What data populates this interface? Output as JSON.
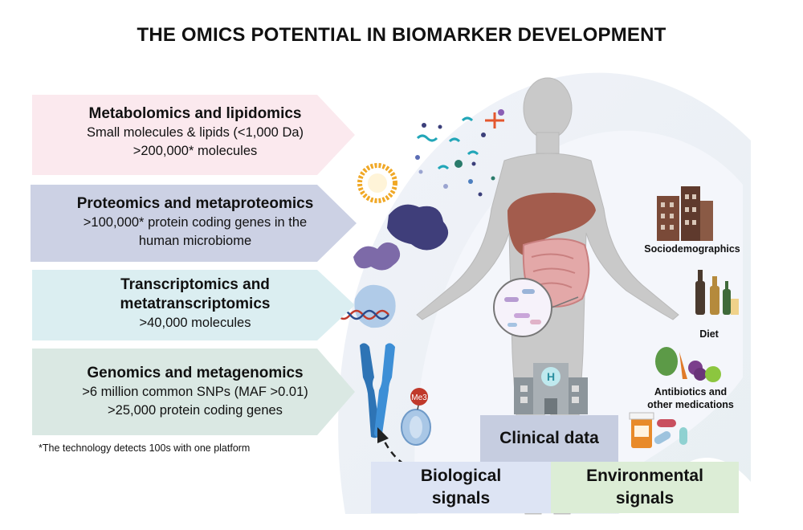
{
  "title": "THE OMICS POTENTIAL IN BIOMARKER DEVELOPMENT",
  "omics": [
    {
      "heading": "Metabolomics and lipidomics",
      "lines": [
        "Small molecules & lipids (<1,000 Da)",
        ">200,000* molecules"
      ],
      "color": "#fbe9ee"
    },
    {
      "heading": "Proteomics and metaproteomics",
      "lines": [
        ">100,000* protein coding genes in the",
        "human microbiome"
      ],
      "color": "#ccd1e4"
    },
    {
      "heading": "Transcriptomics and",
      "heading2": "metatranscriptomics",
      "lines": [
        ">40,000 molecules"
      ],
      "color": "#dbeef1"
    },
    {
      "heading": "Genomics and metagenomics",
      "lines": [
        ">6 million common SNPs (MAF >0.01)",
        ">25,000 protein coding genes"
      ],
      "color": "#dae8e3"
    }
  ],
  "footnote": "*The technology detects 100s with one platform",
  "environment_labels": {
    "socio": "Sociodemographics",
    "diet": "Diet",
    "meds_1": "Antibiotics and",
    "meds_2": "other medications"
  },
  "icons": {
    "hospital_letter": "H",
    "methyl_label": "Me3"
  },
  "panels": {
    "clinical": "Clinical data",
    "biological_1": "Biological",
    "biological_2": "signals",
    "environmental_1": "Environmental",
    "environmental_2": "signals"
  },
  "colors": {
    "clinical_bg": "#c6cde0",
    "biological_bg": "#dde4f4",
    "environmental_bg": "#dcedd6",
    "body": "#c8c8c8",
    "liver": "#a35c4d",
    "intestine": "#e3a8a8"
  }
}
